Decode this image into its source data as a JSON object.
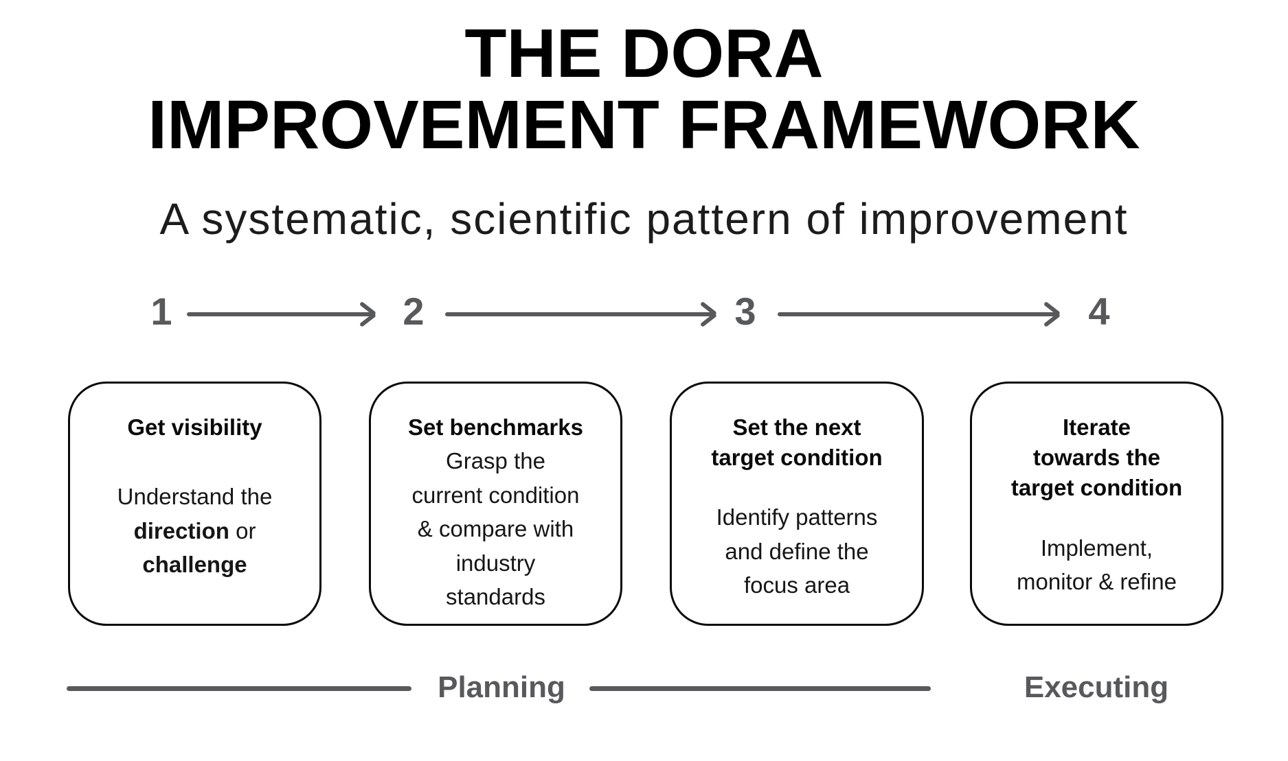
{
  "title": {
    "line1": "THE DORA",
    "line2": "IMPROVEMENT FRAMEWORK"
  },
  "subtitle": "A systematic, scientific pattern of improvement",
  "colors": {
    "text_black": "#0a0a0a",
    "accent_gray": "#58595b",
    "box_border": "#0a0a0a",
    "background": "#ffffff"
  },
  "steps": [
    {
      "number": "1",
      "heading_lines": [
        "Get visibility"
      ],
      "body_lines": [
        [
          {
            "t": "Understand the"
          }
        ],
        [
          {
            "t": "direction",
            "b": true
          },
          {
            "t": " or"
          }
        ],
        [
          {
            "t": "challenge",
            "b": true
          }
        ]
      ]
    },
    {
      "number": "2",
      "heading_lines": [
        "Set benchmarks"
      ],
      "body_lines": [
        [
          {
            "t": "Grasp the"
          }
        ],
        [
          {
            "t": "current condition"
          }
        ],
        [
          {
            "t": "& compare with"
          }
        ],
        [
          {
            "t": "industry"
          }
        ],
        [
          {
            "t": "standards"
          }
        ]
      ]
    },
    {
      "number": "3",
      "heading_lines": [
        "Set the next",
        "target condition"
      ],
      "body_lines": [
        [
          {
            "t": "Identify patterns"
          }
        ],
        [
          {
            "t": "and define the"
          }
        ],
        [
          {
            "t": "focus area"
          }
        ]
      ]
    },
    {
      "number": "4",
      "heading_lines": [
        "Iterate",
        "towards the",
        "target condition"
      ],
      "body_lines": [
        [
          {
            "t": "Implement,"
          }
        ],
        [
          {
            "t": "monitor & refine"
          }
        ]
      ]
    }
  ],
  "phases": [
    {
      "label": "Planning"
    },
    {
      "label": "Executing"
    }
  ]
}
